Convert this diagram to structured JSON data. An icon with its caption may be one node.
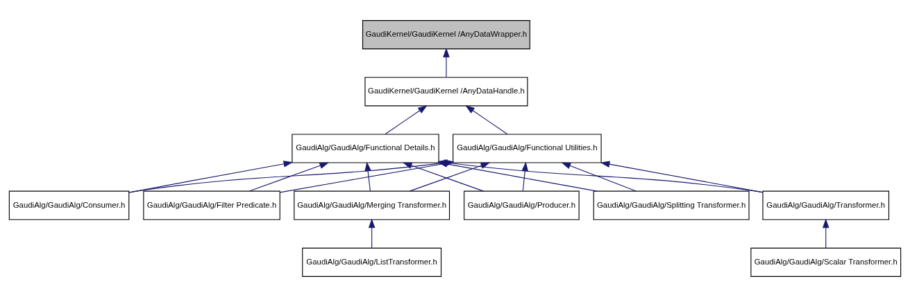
{
  "diagram": {
    "nodes": [
      {
        "text": [
          "GaudiKernel/GaudiKernel /AnyDataWrapper.h"
        ]
      },
      {
        "text": [
          "GaudiKernel/GaudiKernel /AnyDataHandle.h"
        ]
      },
      {
        "text": [
          "GaudiAlg/GaudiAlg/Functional Details.h"
        ]
      },
      {
        "text": [
          "GaudiAlg/GaudiAlg/Functional Utilities.h"
        ]
      },
      {
        "text": [
          "GaudiAlg/GaudiAlg/Consumer.h"
        ]
      },
      {
        "text": [
          "GaudiAlg/GaudiAlg/Filter Predicate.h"
        ]
      },
      {
        "text": [
          "GaudiAlg/GaudiAlg/Merging Transformer.h"
        ]
      },
      {
        "text": [
          "GaudiAlg/GaudiAlg/Producer.h"
        ]
      },
      {
        "text": [
          "GaudiAlg/GaudiAlg/Splitting Transformer.h"
        ]
      },
      {
        "text": [
          "GaudiAlg/GaudiAlg/Transformer.h"
        ]
      },
      {
        "text": [
          "GaudiAlg/GaudiAlg/ListTransformer.h"
        ]
      },
      {
        "text": [
          "GaudiAlg/GaudiAlg/Scalar Transformer.h"
        ]
      }
    ],
    "edges": [
      {
        "from": 1,
        "to": 0,
        "arrow": "to"
      },
      {
        "from": 2,
        "to": 1,
        "arrow": "to"
      },
      {
        "from": 3,
        "to": 1,
        "arrow": "to"
      },
      {
        "from": 4,
        "to": 2,
        "arrow": "to"
      },
      {
        "from": 4,
        "to": 3,
        "arrow": "to"
      },
      {
        "from": 5,
        "to": 2,
        "arrow": "to"
      },
      {
        "from": 5,
        "to": 3,
        "arrow": "to"
      },
      {
        "from": 6,
        "to": 2,
        "arrow": "to"
      },
      {
        "from": 6,
        "to": 3,
        "arrow": "to"
      },
      {
        "from": 7,
        "to": 2,
        "arrow": "to"
      },
      {
        "from": 7,
        "to": 3,
        "arrow": "to"
      },
      {
        "from": 8,
        "to": 2,
        "arrow": "to"
      },
      {
        "from": 8,
        "to": 3,
        "arrow": "to"
      },
      {
        "from": 9,
        "to": 2,
        "arrow": "to"
      },
      {
        "from": 9,
        "to": 3,
        "arrow": "to"
      },
      {
        "from": 10,
        "to": 6,
        "arrow": "to"
      },
      {
        "from": 11,
        "to": 9,
        "arrow": "to"
      }
    ]
  }
}
